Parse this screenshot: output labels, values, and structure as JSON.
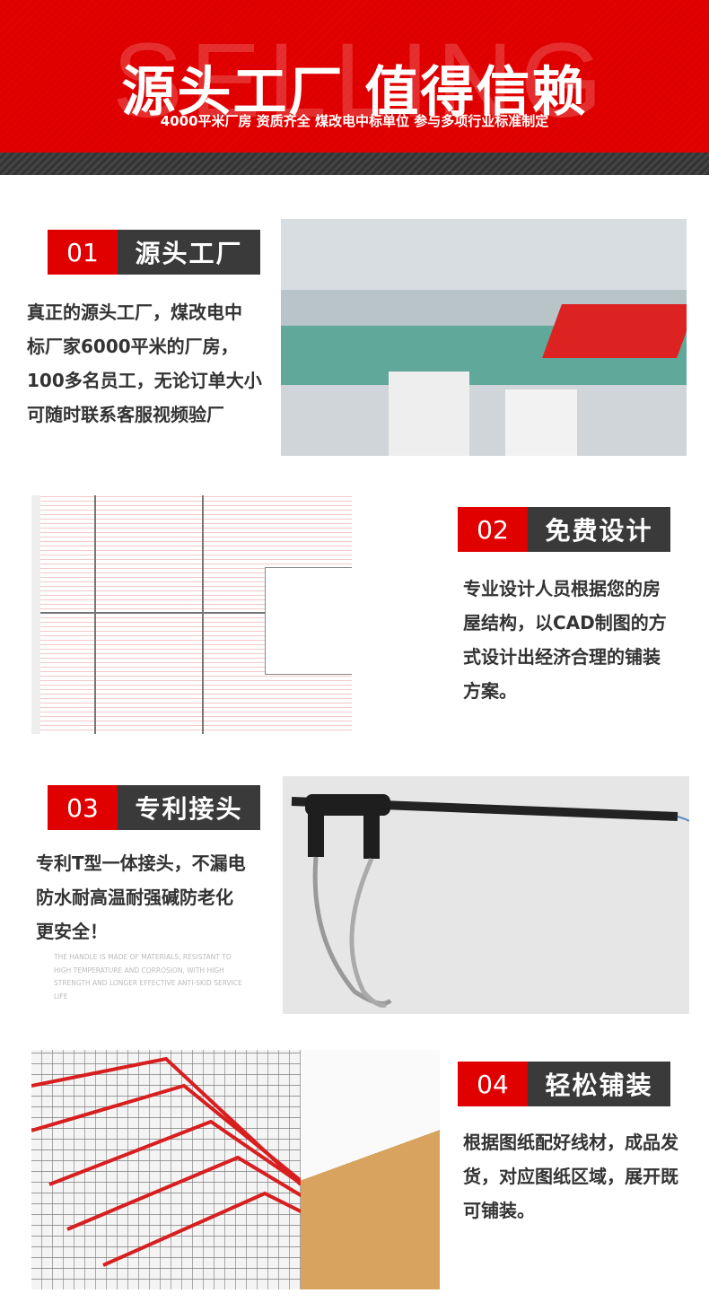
{
  "header": {
    "watermark": "SELLING",
    "title": "源头工厂 值得信赖",
    "subtitle": "4000平米厂房 资质齐全 煤改电中标单位 参与多项行业标准制定"
  },
  "sections": [
    {
      "number": "01",
      "title": "源头工厂",
      "lines": [
        "真正的源头工厂，煤改电中",
        "标厂家6000平米的厂房，",
        "100多名员工，无论订单大小",
        "可随时联系客服视频验厂"
      ]
    },
    {
      "number": "02",
      "title": "免费设计",
      "lines": [
        "专业设计人员根据您的房",
        "屋结构，以CAD制图的方",
        "式设计出经济合理的铺装",
        "方案。"
      ]
    },
    {
      "number": "03",
      "title": "专利接头",
      "lines": [
        "专利T型一体接头，不漏电",
        "防水耐高温耐强碱防老化",
        "更安全！"
      ],
      "english": "THE HANDLE IS MADE OF MATERIALS, RESISTANT TO HIGH TEMPERATURE AND CORROSION, WITH HIGH STRENGTH AND LONGER EFFECTIVE ANTI-SKID SERVICE LIFE"
    },
    {
      "number": "04",
      "title": "轻松铺装",
      "lines": [
        "根据图纸配好线材，成品发",
        "货，对应图纸区域，展开既",
        "可铺装。"
      ]
    }
  ],
  "colors": {
    "accent": "#e00000",
    "dark": "#3a3a3a"
  }
}
